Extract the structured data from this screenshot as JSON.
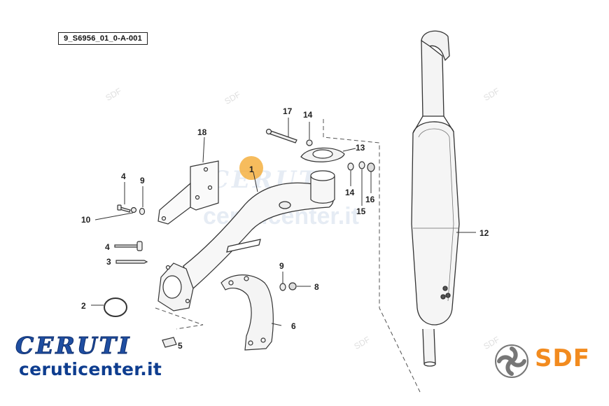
{
  "reference_code": "9_S6956_01_0-A-001",
  "callouts": [
    {
      "id": "c1",
      "label": "1"
    },
    {
      "id": "c2",
      "label": "2"
    },
    {
      "id": "c3",
      "label": "3"
    },
    {
      "id": "c4a",
      "label": "4"
    },
    {
      "id": "c4b",
      "label": "4"
    },
    {
      "id": "c5",
      "label": "5"
    },
    {
      "id": "c6",
      "label": "6"
    },
    {
      "id": "c8",
      "label": "8"
    },
    {
      "id": "c9a",
      "label": "9"
    },
    {
      "id": "c9b",
      "label": "9"
    },
    {
      "id": "c10",
      "label": "10"
    },
    {
      "id": "c12",
      "label": "12"
    },
    {
      "id": "c13",
      "label": "13"
    },
    {
      "id": "c14a",
      "label": "14"
    },
    {
      "id": "c14b",
      "label": "14"
    },
    {
      "id": "c15",
      "label": "15"
    },
    {
      "id": "c16",
      "label": "16"
    },
    {
      "id": "c17",
      "label": "17"
    },
    {
      "id": "c18",
      "label": "18"
    }
  ],
  "watermark": {
    "sdf": "SDF",
    "center_text": "ceruticenter.it",
    "center_logo": "CERUTI"
  },
  "branding": {
    "ceruti_logo": "CERUTI",
    "ceruti_site": "ceruticenter.it",
    "sdf_logo": "SDF",
    "sdf_color": "#f28b1f",
    "ceruti_color": "#1f4ea1"
  },
  "highlight_color": "#f5b041"
}
